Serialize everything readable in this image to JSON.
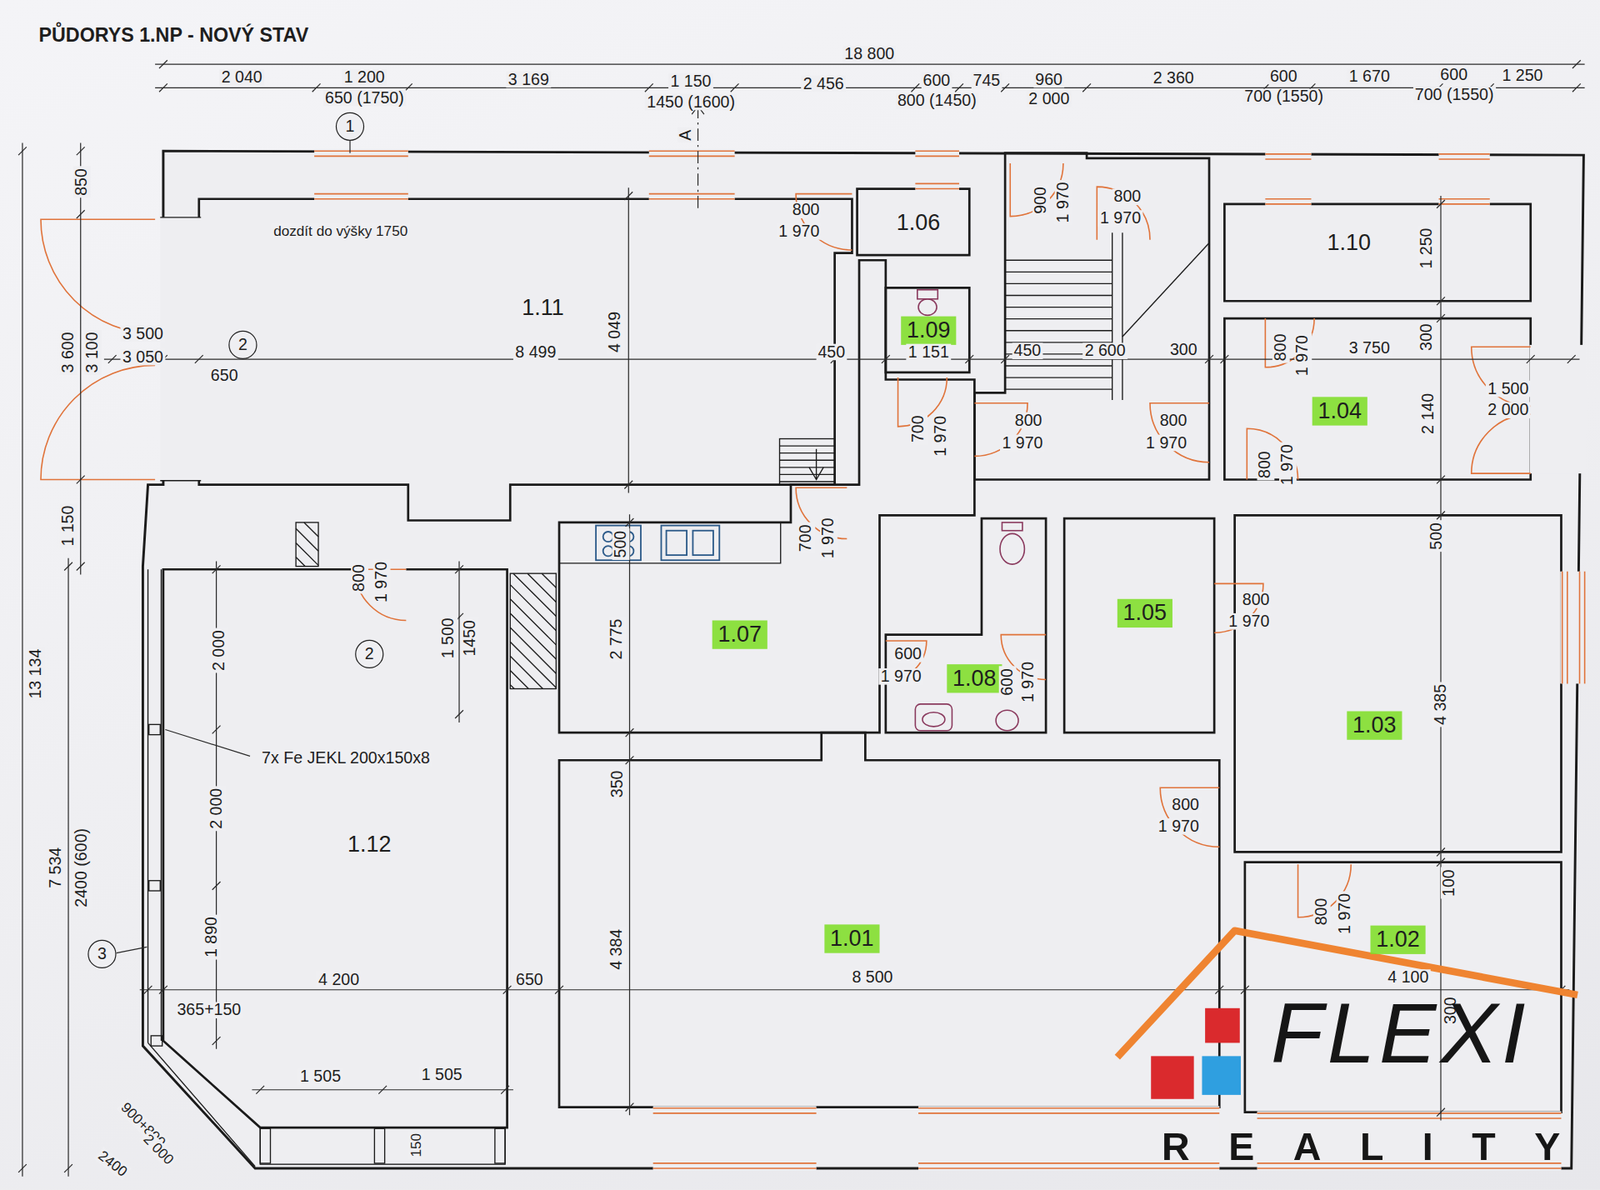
{
  "diagram": {
    "title": "PŮDORYS 1.NP - NOVÝ STAV",
    "nodes": [
      {
        "text": [
          "1.11"
        ]
      },
      {
        "text": [
          "1.06"
        ]
      },
      {
        "text": [
          "1.10"
        ]
      },
      {
        "text": [
          "1.09"
        ]
      },
      {
        "text": [
          "1.04"
        ]
      },
      {
        "text": [
          "1.05"
        ]
      },
      {
        "text": [
          "1.07"
        ]
      },
      {
        "text": [
          "1.08"
        ]
      },
      {
        "text": [
          "1.03"
        ]
      },
      {
        "text": [
          "1.12"
        ]
      },
      {
        "text": [
          "1.01"
        ]
      },
      {
        "text": [
          "1.02"
        ]
      }
    ],
    "labels": [
      "18 800",
      "2 040",
      "1 200",
      "650 (1750)",
      "3 169",
      "1 150",
      "1450 (1600)",
      "2 456",
      "600",
      "800 (1450)",
      "745",
      "960",
      "2 000",
      "2 360",
      "600",
      "700 (1550)",
      "1 670",
      "600",
      "700 (1550)",
      "1 250",
      "1",
      "A",
      "dozdít do výšky 1750",
      "850",
      "3 600",
      "3 100",
      "3 500",
      "3 050",
      "2",
      "650",
      "8 499",
      "4 049",
      "450",
      "1 151",
      "450",
      "2 600",
      "300",
      "3 750",
      "300",
      "1 250",
      "2 140",
      "1 500",
      "2 000",
      "800",
      "1 970",
      "900",
      "1 970",
      "800",
      "1 970",
      "800",
      "1 970",
      "700",
      "1 970",
      "800",
      "1 970",
      "800",
      "1 970",
      "800",
      "1 970",
      "500",
      "700",
      "1 970",
      "800",
      "1 970",
      "1 150",
      "500",
      "800",
      "1 970",
      "2 000",
      "1 500",
      "1450",
      "2",
      "2 775",
      "600",
      "1 970",
      "600",
      "1 970",
      "13 134",
      "4 385",
      "7x Fe JEKL 200x150x8",
      "350",
      "800",
      "1 970",
      "2 000",
      "7 534",
      "2400 (600)",
      "100",
      "800",
      "1 970",
      "1 890",
      "3",
      "4 384",
      "4 200",
      "650",
      "8 500",
      "4 100",
      "300",
      "365+150",
      "1 505",
      "1 505",
      "150",
      "900+800",
      "2 000",
      "2400",
      "FLEXI",
      "REALITY"
    ]
  }
}
